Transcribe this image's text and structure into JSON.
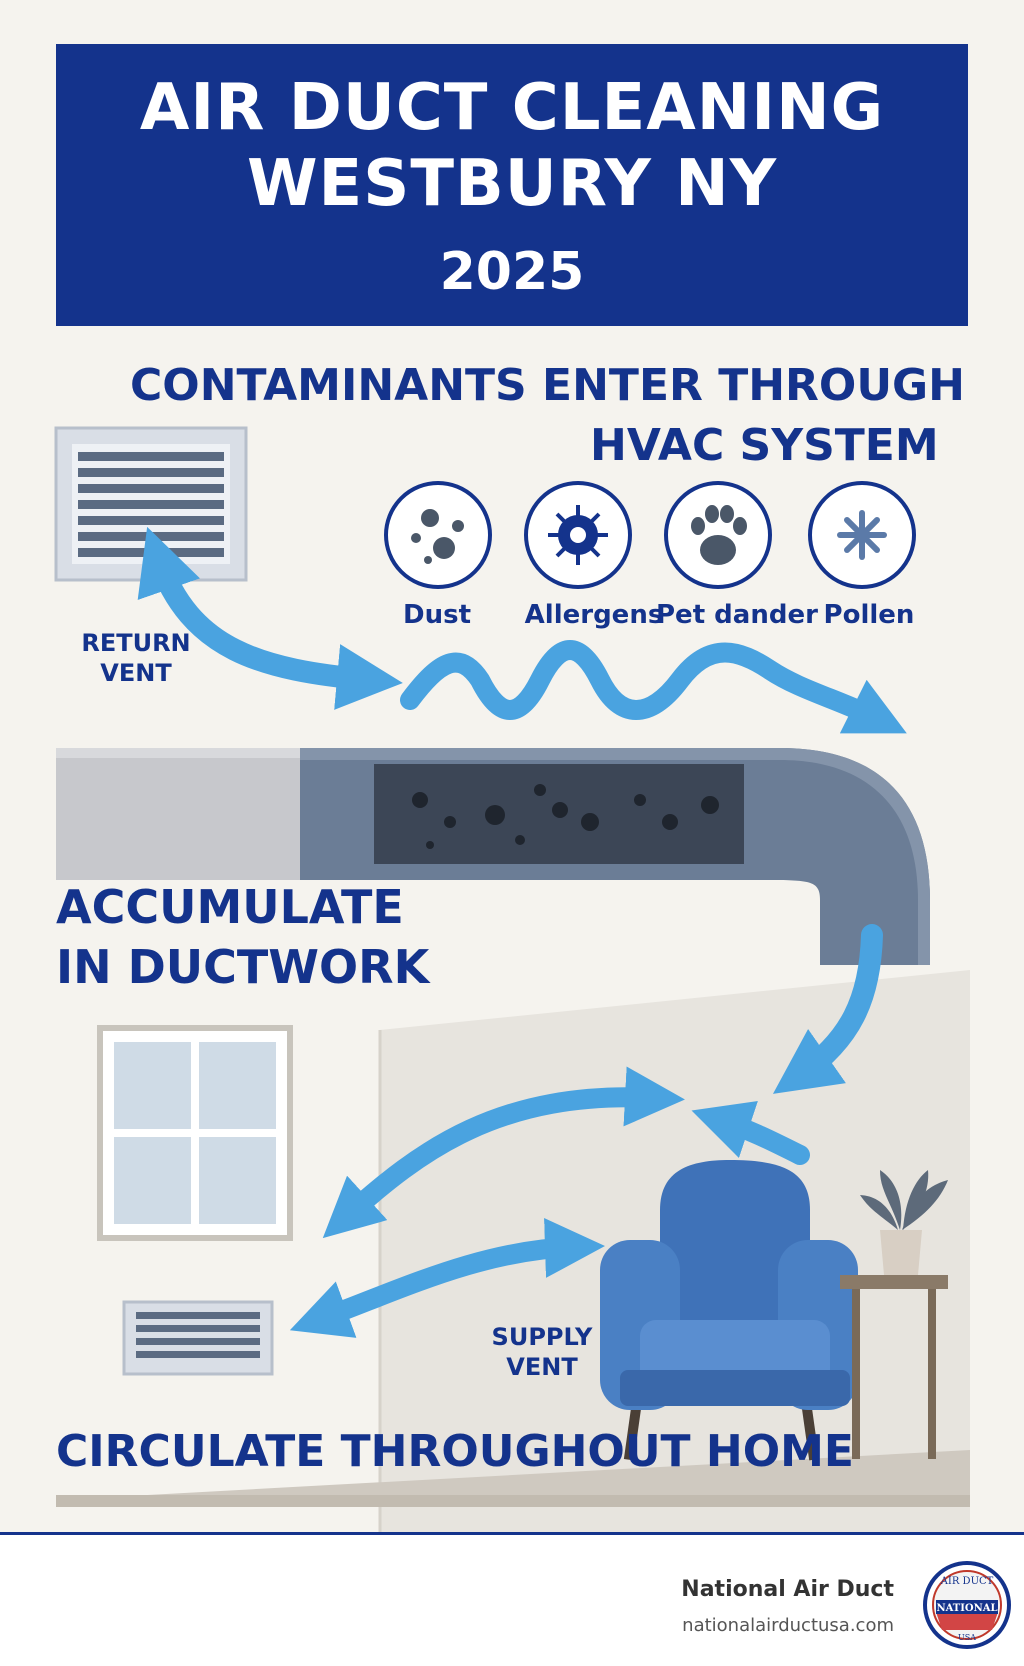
{
  "title": {
    "line1": "AIR DUCT CLEANING",
    "line2": "WESTBURY NY",
    "year": "2025"
  },
  "sections": {
    "contaminants_heading_1": "CONTAMINANTS ENTER THROUGH",
    "contaminants_heading_2": "HVAC SYSTEM",
    "accumulate_heading_1": "ACCUMULATE",
    "accumulate_heading_2": "IN DUCTWORK",
    "circulate_heading": "CIRCULATE THROUGHOUT HOME"
  },
  "contaminants": [
    {
      "label": "Dust",
      "icon": "dust-icon"
    },
    {
      "label": "Allergens",
      "icon": "virus-icon"
    },
    {
      "label": "Pet dander",
      "icon": "paw-icon"
    },
    {
      "label": "Pollen",
      "icon": "pollen-icon"
    }
  ],
  "vents": {
    "return_label": "RETURN\nVENT",
    "supply_label": "SUPPLY\nVENT"
  },
  "footer": {
    "brand": "National Air Duct",
    "url": "nationalairductusa.com",
    "logo_text_top": "AIR DUCT",
    "logo_text_mid": "NATIONAL",
    "logo_text_bottom": "USA"
  },
  "colors": {
    "navy": "#14338c",
    "arrow_blue": "#4aa3e0",
    "duct_gray": "#6b7d96",
    "background": "#f5f3ee",
    "chair_blue": "#3f72b8"
  }
}
